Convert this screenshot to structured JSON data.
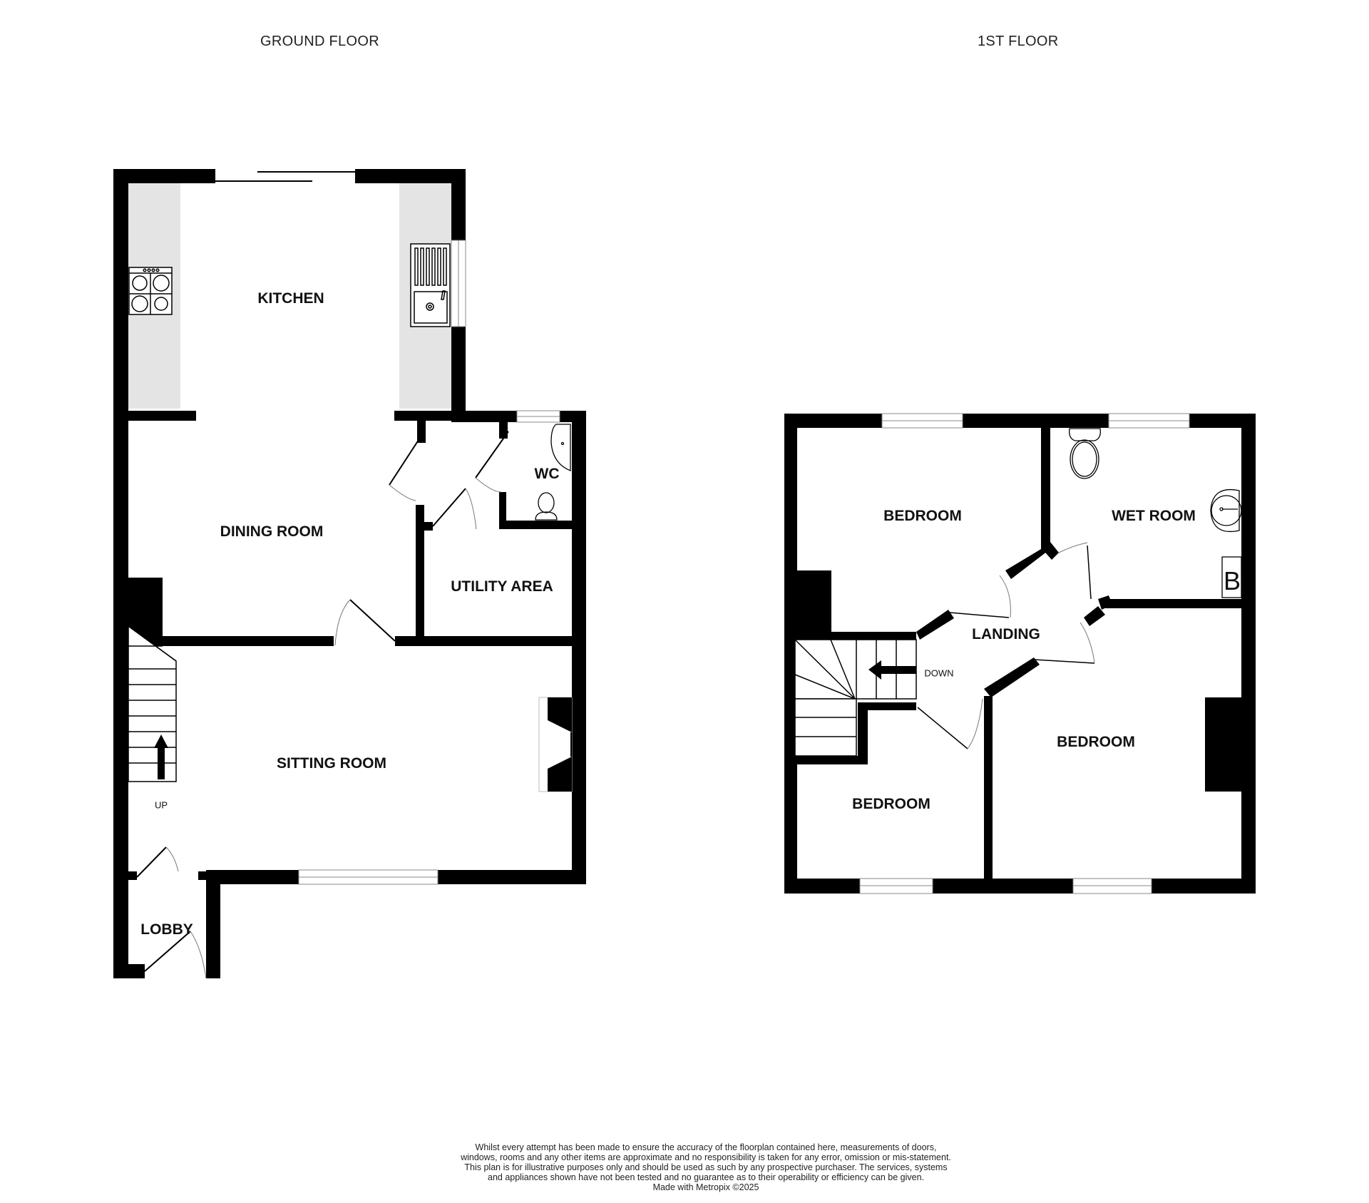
{
  "titles": {
    "ground_floor": "GROUND FLOOR",
    "first_floor": "1ST FLOOR"
  },
  "ground_floor": {
    "rooms": {
      "kitchen": "KITCHEN",
      "dining_room": "DINING ROOM",
      "wc": "WC",
      "utility_area": "UTILITY AREA",
      "sitting_room": "SITTING ROOM",
      "lobby": "LOBBY"
    },
    "stairs_label": "UP"
  },
  "first_floor": {
    "rooms": {
      "bedroom_1": "BEDROOM",
      "wet_room": "WET ROOM",
      "landing": "LANDING",
      "bedroom_2": "BEDROOM",
      "bedroom_3": "BEDROOM"
    },
    "stairs_label": "DOWN",
    "boiler_label": "B"
  },
  "footer": {
    "disclaimer": "Whilst every attempt has been made to ensure the accuracy of the floorplan contained here, measurements of doors, windows, rooms and any other items are approximate and no responsibility is taken for any error, omission or mis-statement. This plan is for illustrative purposes only and should be used as such by any prospective purchaser. The services, systems and appliances shown have not been tested and no guarantee as to their operability or efficiency can be given.",
    "credit": "Made with Metropix ©2025"
  },
  "colors": {
    "wall": "#000000",
    "counter": "#e4e4e4",
    "background": "#ffffff"
  }
}
